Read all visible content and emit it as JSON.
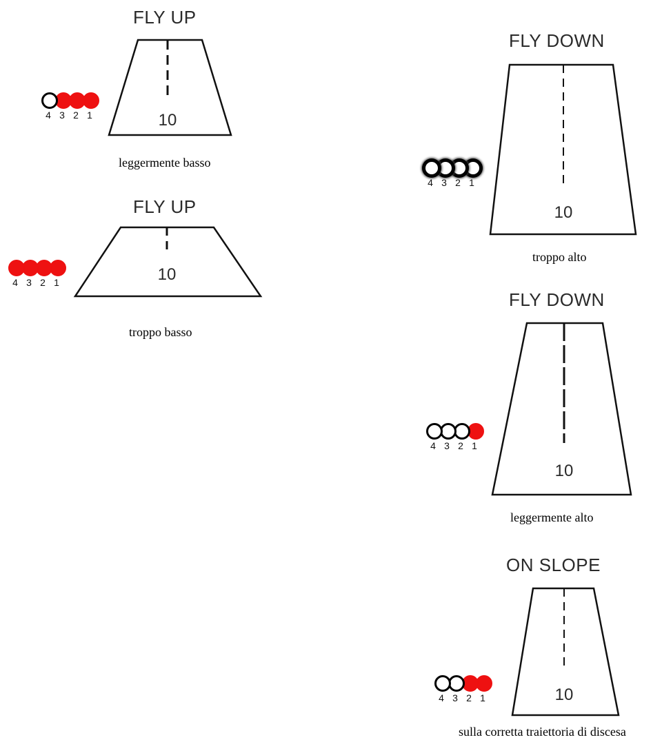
{
  "colors": {
    "red": "#ee1111",
    "white": "#ffffff",
    "outline": "#000000"
  },
  "light_numbers": [
    "4",
    "3",
    "2",
    "1"
  ],
  "runway_number": "10",
  "panels": [
    {
      "id": "p1",
      "title": "FLY UP",
      "caption": "leggermente basso",
      "lights": [
        "white",
        "red",
        "red",
        "red"
      ]
    },
    {
      "id": "p2",
      "title": "FLY UP",
      "caption": "troppo basso",
      "lights": [
        "red",
        "red",
        "red",
        "red"
      ]
    },
    {
      "id": "p3",
      "title": "FLY DOWN",
      "caption": "troppo alto",
      "lights": [
        "white",
        "white",
        "white",
        "white"
      ]
    },
    {
      "id": "p4",
      "title": "FLY DOWN",
      "caption": "leggermente alto",
      "lights": [
        "white",
        "white",
        "white",
        "red"
      ]
    },
    {
      "id": "p5",
      "title": "ON SLOPE",
      "caption": "sulla corretta traiettoria di discesa",
      "lights": [
        "white",
        "white",
        "red",
        "red"
      ]
    }
  ]
}
